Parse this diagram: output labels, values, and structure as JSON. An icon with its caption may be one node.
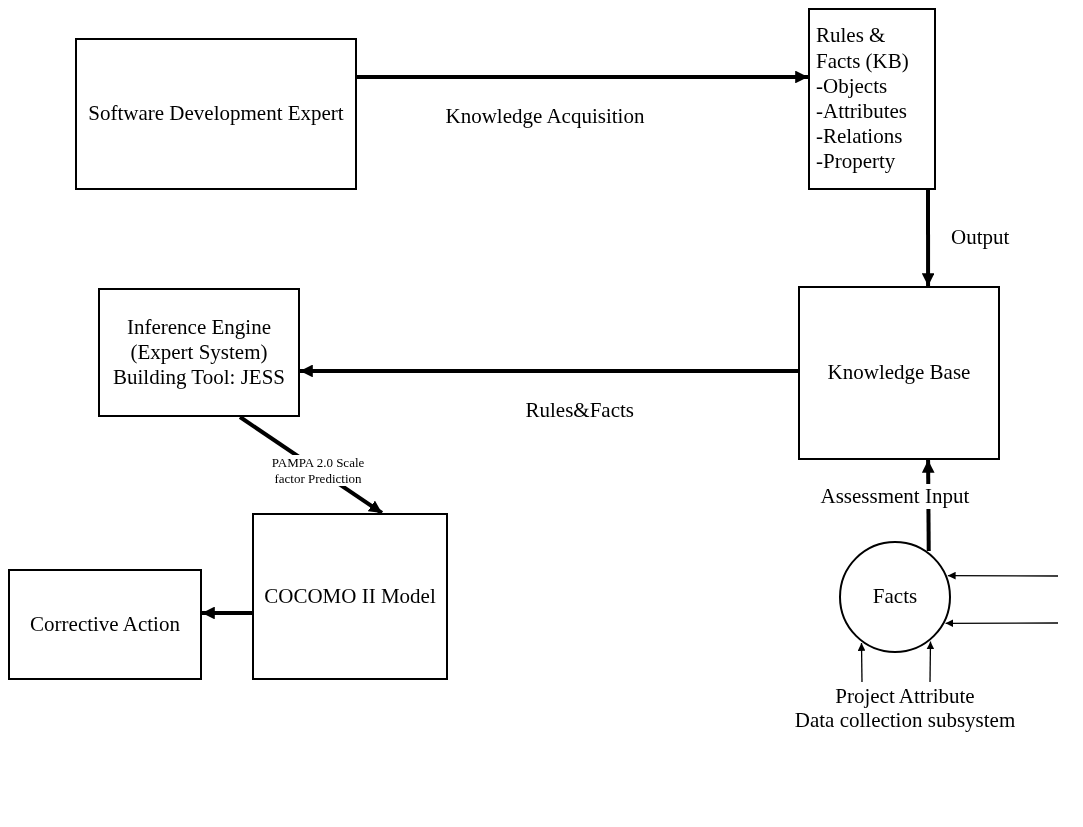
{
  "diagram": {
    "nodes": [
      {
        "text": [
          "Software Development Expert"
        ]
      },
      {
        "text": [
          "Rules & Facts (KB)",
          "-Objects",
          "-Attributes",
          "-Relations",
          "-Property"
        ]
      },
      {
        "text": [
          "Inference Engine (Expert System) Building Tool: JESS"
        ]
      },
      {
        "text": [
          "Knowledge Base"
        ]
      },
      {
        "text": [
          "Facts"
        ]
      },
      {
        "text": [
          "COCOMO II Model"
        ]
      },
      {
        "text": [
          "Corrective Action"
        ]
      },
      {
        "text": [
          "Project Attribute",
          "Data collection subsystem"
        ]
      }
    ],
    "edges": [
      {
        "from": 0,
        "to": 1,
        "arrow": "to",
        "label": "Knowledge Acquisition"
      },
      {
        "from": 1,
        "to": 3,
        "arrow": "to",
        "label": "Output"
      },
      {
        "from": 3,
        "to": 2,
        "arrow": "to",
        "label": "Rules&Facts"
      },
      {
        "from": 2,
        "to": 5,
        "arrow": "to",
        "label": "PAMPA 2.0 Scale factor Prediction"
      },
      {
        "from": 5,
        "to": 6,
        "arrow": "to"
      },
      {
        "from": 4,
        "to": 3,
        "arrow": "to",
        "label": "Assessment Input"
      },
      {
        "from": null,
        "to": 4,
        "arrow": "to"
      },
      {
        "from": null,
        "to": 4,
        "arrow": "to"
      },
      {
        "from": 7,
        "to": 4,
        "arrow": "to"
      },
      {
        "from": 7,
        "to": 4,
        "arrow": "to"
      }
    ]
  }
}
